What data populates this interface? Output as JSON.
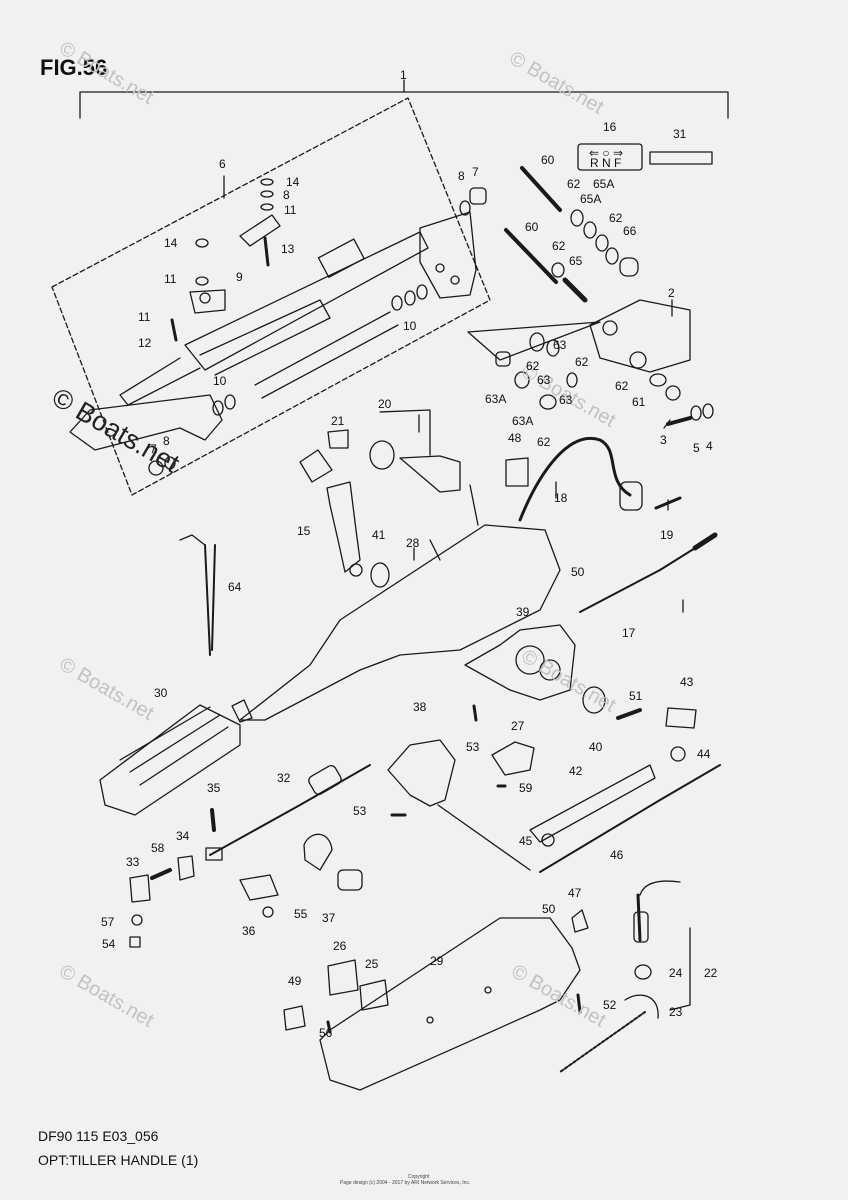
{
  "figure": {
    "title": "FIG.56",
    "code": "DF90 115 E03_056",
    "option": "OPT:TILLER HANDLE (1)",
    "copyright_label": "Copyright",
    "copyright_line": "Page design (c) 2004 - 2017 by ARI Network Services, Inc.",
    "watermark": "© Boats.net",
    "faint_watermark": "© Boats.net"
  },
  "shift_plate": {
    "row1": "⇐ ○ ⇒",
    "row2": "R N F"
  },
  "callouts": [
    "1",
    "2",
    "3",
    "4",
    "5",
    "6",
    "7",
    "8",
    "9",
    "10",
    "11",
    "12",
    "13",
    "14",
    "15",
    "16",
    "17",
    "18",
    "19",
    "20",
    "21",
    "22",
    "23",
    "24",
    "25",
    "26",
    "27",
    "28",
    "29",
    "30",
    "31",
    "32",
    "33",
    "34",
    "35",
    "36",
    "37",
    "38",
    "39",
    "40",
    "41",
    "42",
    "43",
    "44",
    "45",
    "46",
    "47",
    "48",
    "49",
    "50",
    "51",
    "52",
    "53",
    "54",
    "55",
    "56",
    "57",
    "58",
    "59",
    "60",
    "61",
    "62",
    "63",
    "63A",
    "64",
    "65",
    "65A",
    "66"
  ]
}
